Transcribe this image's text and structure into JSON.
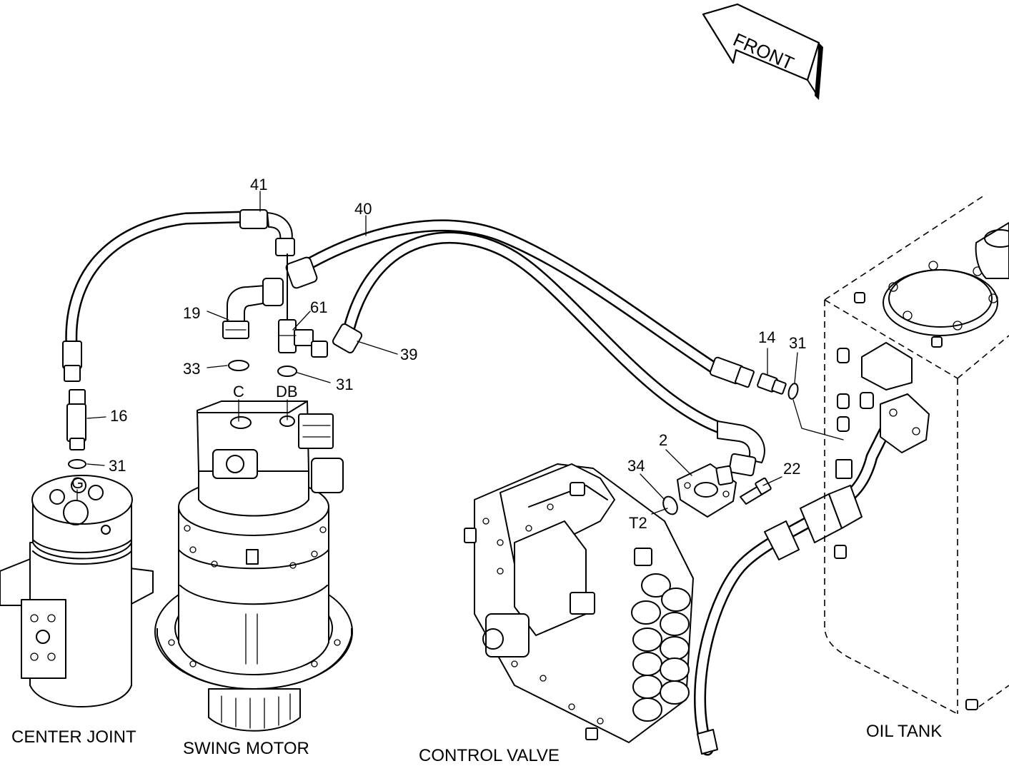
{
  "orientation": {
    "label": "FRONT"
  },
  "components": {
    "center_joint": "CENTER JOINT",
    "swing_motor": "SWING MOTOR",
    "control_valve": "CONTROL VALVE",
    "oil_tank": "OIL TANK"
  },
  "ports": {
    "g": "G",
    "c": "C",
    "db": "DB",
    "t2": "T2"
  },
  "callouts": {
    "c41": "41",
    "c40": "40",
    "c19": "19",
    "c61": "61",
    "c39": "39",
    "c33": "33",
    "c31_db": "31",
    "c16": "16",
    "c31_g": "31",
    "c14": "14",
    "c31_tank": "31",
    "c2": "2",
    "c34": "34",
    "c22": "22"
  }
}
